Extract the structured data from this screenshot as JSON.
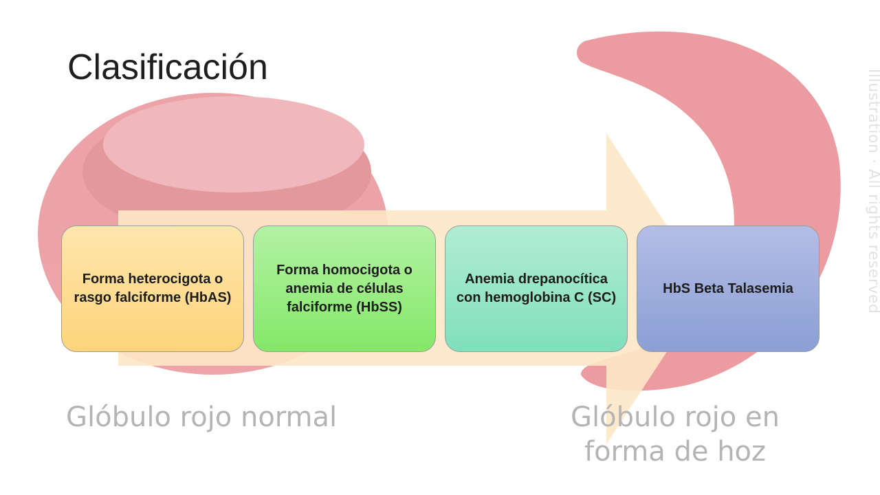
{
  "slide": {
    "title": "Clasificación",
    "boxes": [
      {
        "label": "Forma heterocigota o rasgo falciforme (HbAS)",
        "color": "#fdd47a"
      },
      {
        "label": "Forma homocigota o anemia de células falciforme (HbSS)",
        "color": "#84e868"
      },
      {
        "label": "Anemia drepanocítica con hemoglobina C (SC)",
        "color": "#7fdfbd"
      },
      {
        "label": "HbS Beta Talasemia",
        "color": "#8a9fd4"
      }
    ]
  },
  "background_image": {
    "caption_left": "Glóbulo rojo normal",
    "caption_right_line1": "Glóbulo rojo en",
    "caption_right_line2": "forma de hoz",
    "watermark": "Illustration · All rights reserved",
    "cell_color": "#e57a80",
    "arrow_color": "#fde8c8"
  }
}
